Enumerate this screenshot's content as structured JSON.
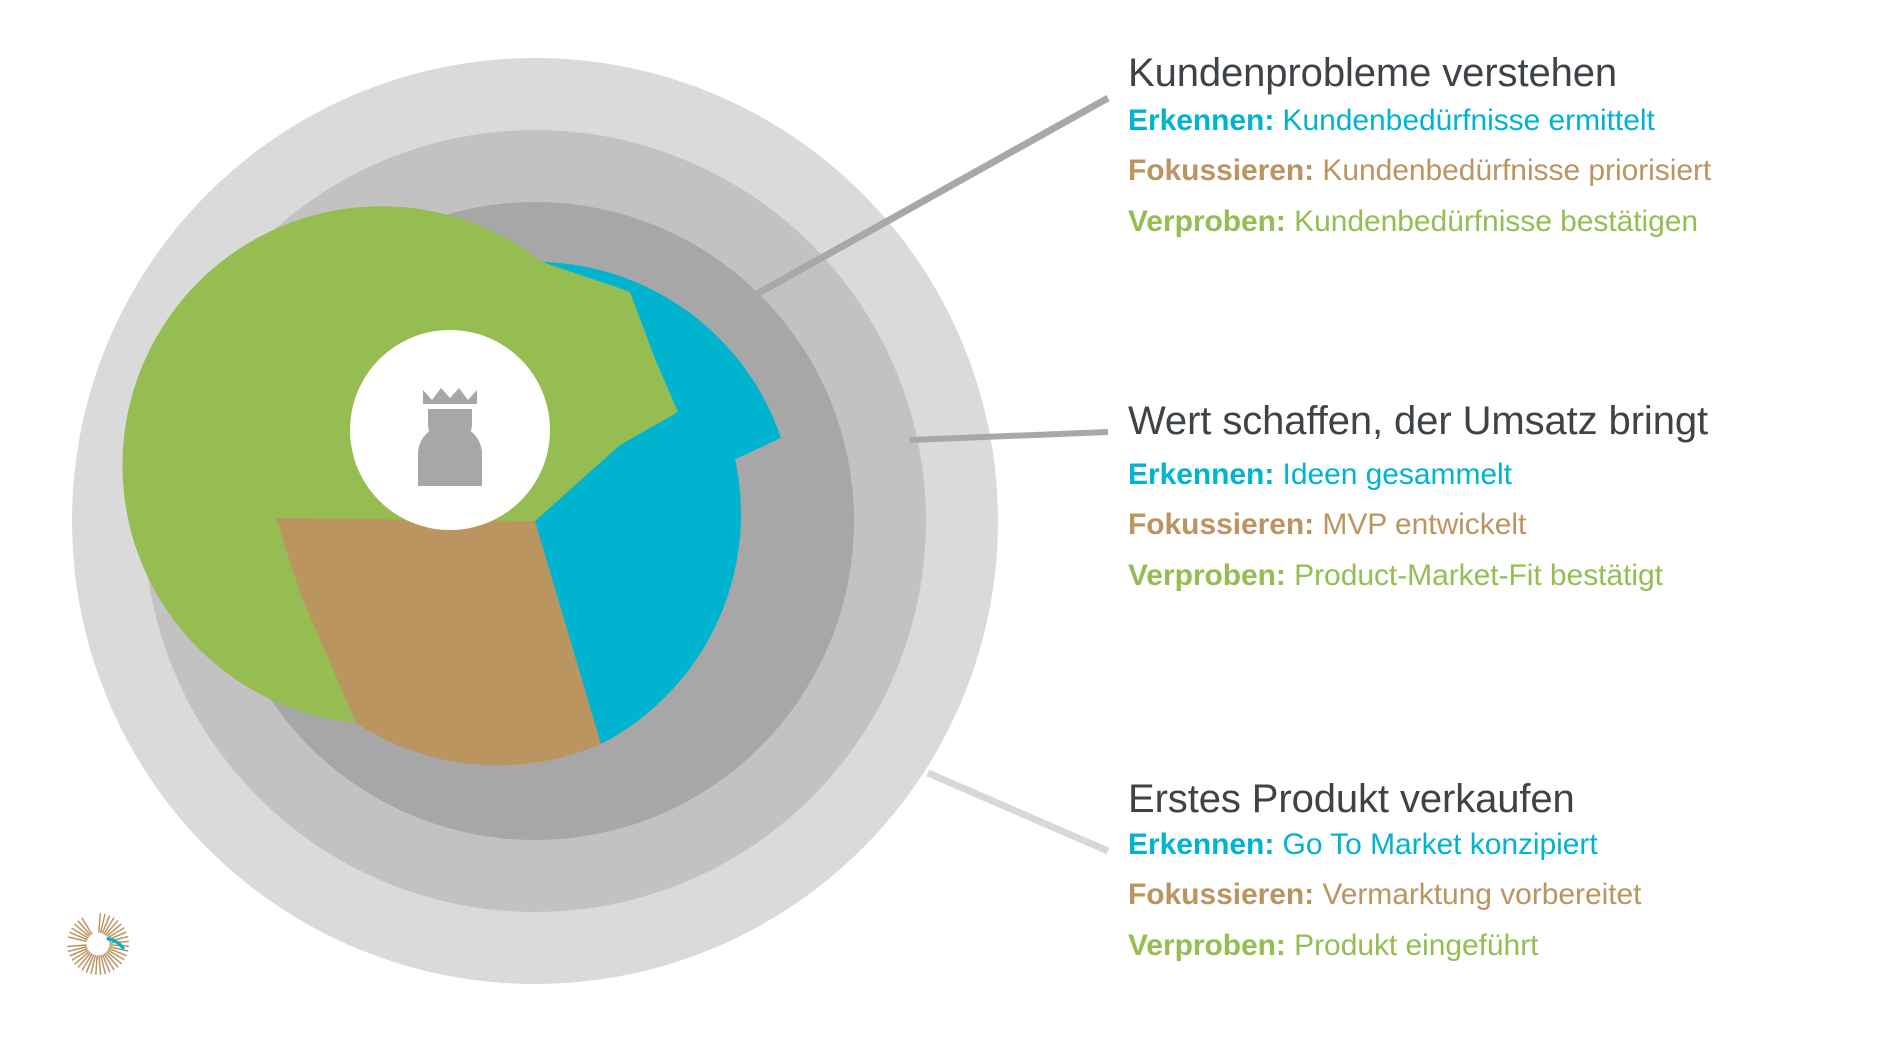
{
  "diagram": {
    "center_icon": "crowned-person-icon",
    "center_icon_meaning": "Kunde",
    "rings": [
      {
        "name": "outer-ring",
        "color": "#dadada"
      },
      {
        "name": "middle-ring",
        "color": "#c2c2c2"
      },
      {
        "name": "inner-ring",
        "color": "#a7a7a7"
      }
    ],
    "segments": [
      {
        "name": "segment-erkennen",
        "label": "Erkennen",
        "color": "#00b4d0"
      },
      {
        "name": "segment-verproben",
        "label": "Verproben",
        "color": "#95bd51"
      },
      {
        "name": "segment-fokussieren",
        "label": "Fokussieren",
        "color": "#bb9560"
      }
    ],
    "hub_color": "#ffffff",
    "icon_color": "#a7a7a7",
    "connector_colors": [
      "#a8a8a8",
      "#a8a8a8",
      "#d8d8d8"
    ],
    "logo": {
      "name": "spiral-c-logo",
      "primary_color": "#bb9560",
      "accent_color": "#00b4d0"
    }
  },
  "stage_colors": {
    "title": "#3e4348",
    "erkennen": "#00b4d0",
    "fokussieren": "#bb9560",
    "verproben": "#95bd51",
    "background": "#ffffff"
  },
  "blocks": [
    {
      "title": "Kundenprobleme verstehen",
      "rows": [
        {
          "lead": "Erkennen:",
          "rest": " Kundenbedürfnisse ermittelt"
        },
        {
          "lead": "Fokussieren:",
          "rest": " Kundenbedürfnisse priorisiert"
        },
        {
          "lead": "Verproben:",
          "rest": " Kundenbedürfnisse bestätigen"
        }
      ]
    },
    {
      "title": "Wert schaffen, der Umsatz bringt",
      "rows": [
        {
          "lead": "Erkennen:",
          "rest": " Ideen gesammelt"
        },
        {
          "lead": "Fokussieren:",
          "rest": " MVP entwickelt"
        },
        {
          "lead": "Verproben:",
          "rest": " Product-Market-Fit bestätigt"
        }
      ]
    },
    {
      "title": "Erstes Produkt verkaufen",
      "rows": [
        {
          "lead": "Erkennen:",
          "rest": " Go To Market konzipiert"
        },
        {
          "lead": "Fokussieren:",
          "rest": " Vermarktung vorbereitet"
        },
        {
          "lead": "Verproben:",
          "rest": " Produkt eingeführt"
        }
      ]
    }
  ]
}
